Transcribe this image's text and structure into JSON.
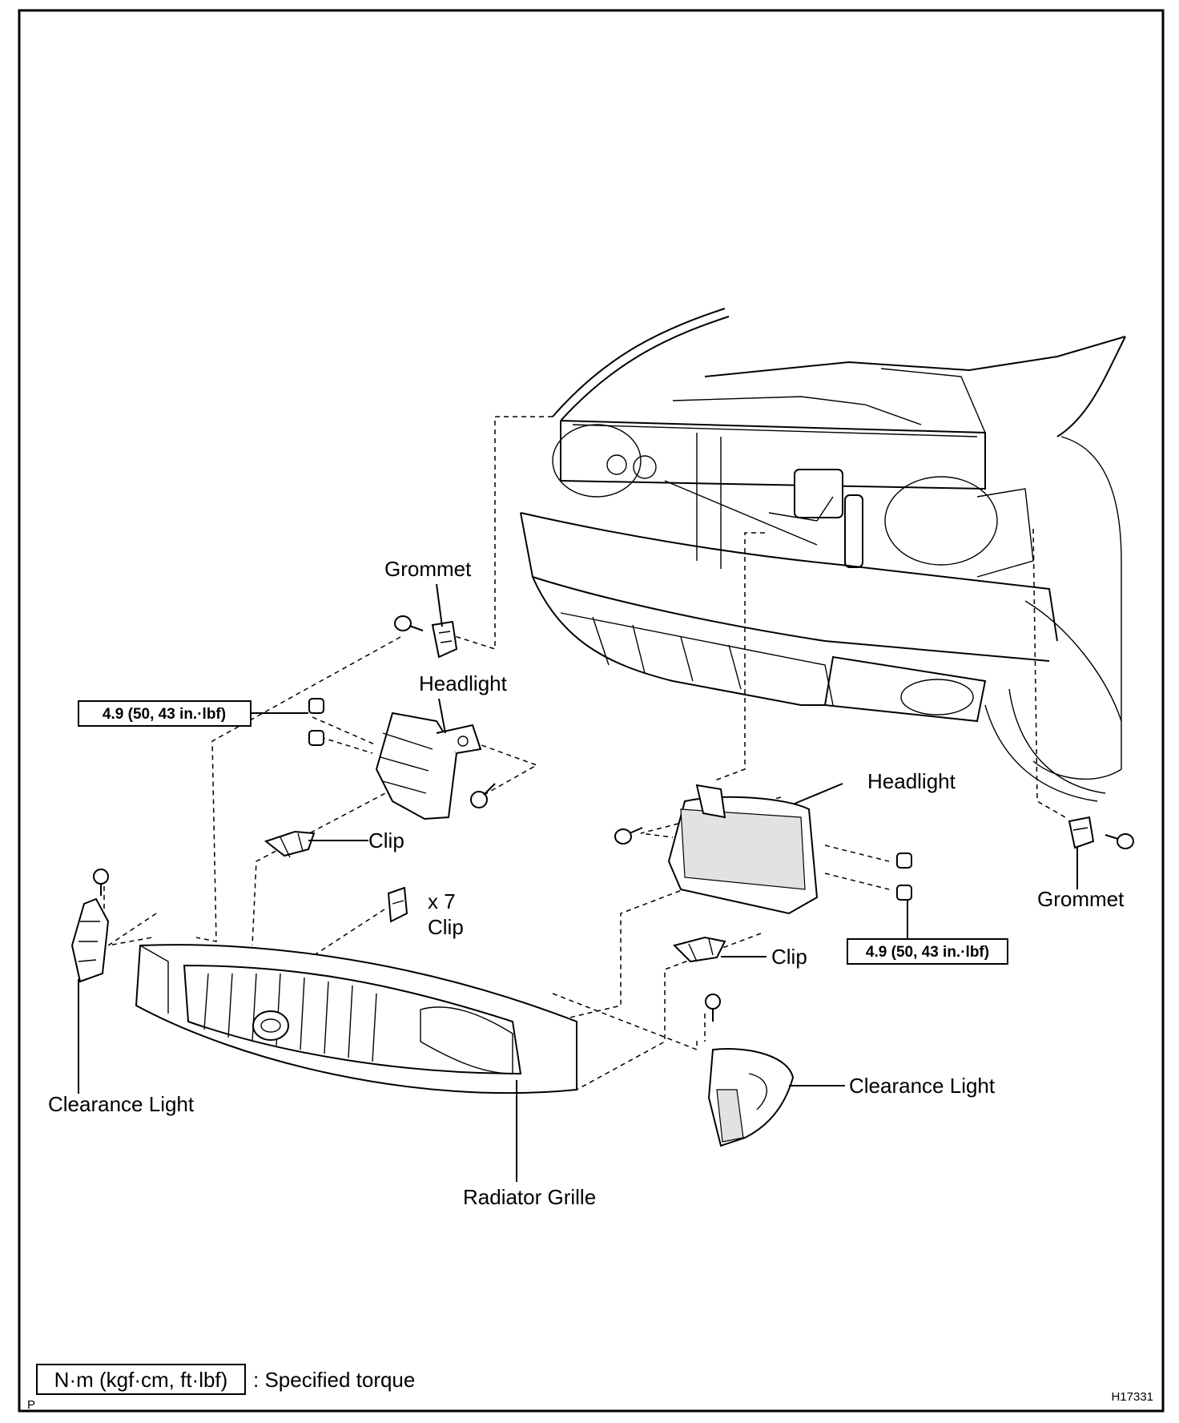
{
  "labels": {
    "grommet_left": "Grommet",
    "grommet_right": "Grommet",
    "headlight_left": "Headlight",
    "headlight_right": "Headlight",
    "clip_left": "Clip",
    "clip_right": "Clip",
    "clip_multi_qty": "x 7",
    "clip_multi": "Clip",
    "clearance_light_left": "Clearance Light",
    "clearance_light_right": "Clearance Light",
    "radiator_grille": "Radiator Grille"
  },
  "torque": {
    "left": "4.9 (50, 43 in.·lbf)",
    "right": "4.9 (50, 43 in.·lbf)"
  },
  "legend": {
    "unit_box": "N·m (kgf·cm, ft·lbf)",
    "description": ": Specified torque"
  },
  "figure_id": "H17331",
  "corner_mark": "P"
}
